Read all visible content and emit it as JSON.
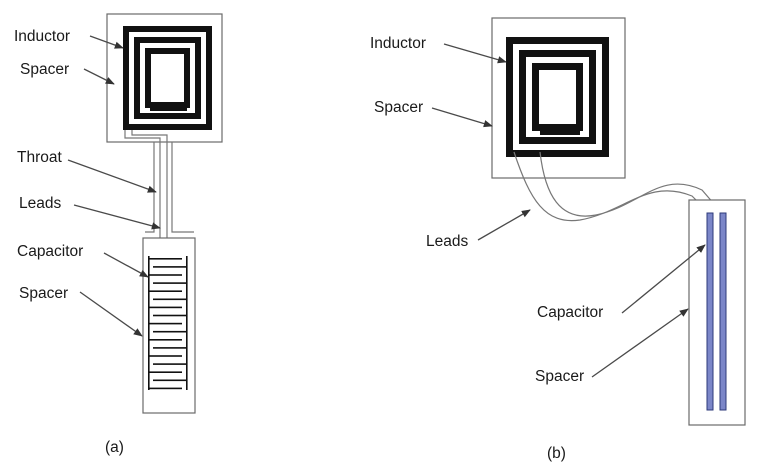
{
  "panel_a": {
    "caption": "(a)",
    "labels": {
      "inductor": "Inductor",
      "spacer_top": "Spacer",
      "throat": "Throat",
      "leads": "Leads",
      "capacitor": "Capacitor",
      "spacer_bottom": "Spacer"
    }
  },
  "panel_b": {
    "caption": "(b)",
    "labels": {
      "inductor": "Inductor",
      "spacer_top": "Spacer",
      "leads": "Leads",
      "capacitor": "Capacitor",
      "spacer_bottom": "Spacer"
    }
  },
  "colors": {
    "conductor": "#111111",
    "capacitor_plate": "#7b86c8",
    "outline": "#6a6a6a"
  }
}
